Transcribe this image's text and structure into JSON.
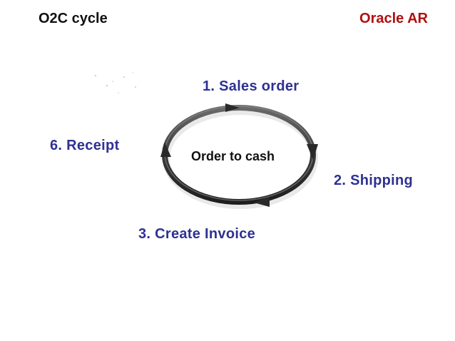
{
  "header": {
    "left_title": "O2C cycle",
    "right_title": "Oracle AR"
  },
  "cycle": {
    "center_label": "Order to cash",
    "steps": [
      {
        "label": "1. Sales order"
      },
      {
        "label": "2. Shipping"
      },
      {
        "label": "3. Create Invoice"
      },
      {
        "label": "6. Receipt"
      }
    ]
  },
  "colors": {
    "step_text": "#2e3192",
    "brand_text": "#b01010",
    "ring": "#3c3c3c"
  }
}
